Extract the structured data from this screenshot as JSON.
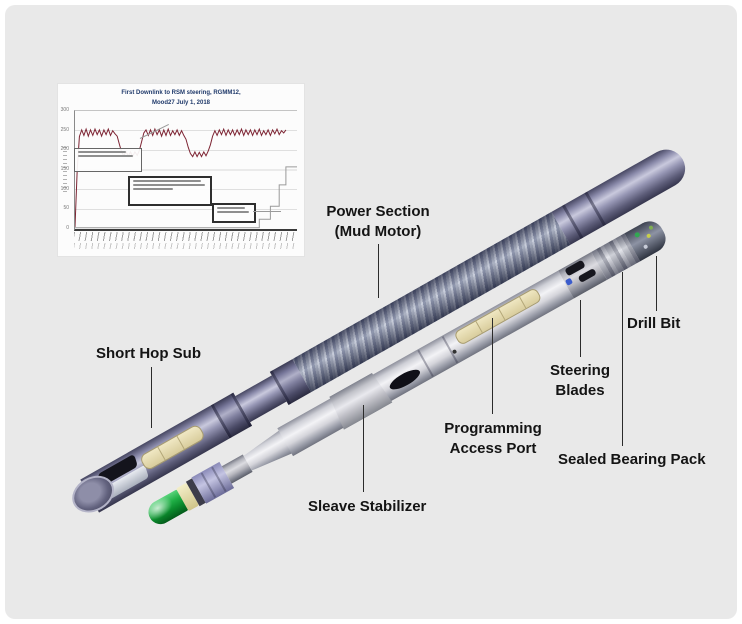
{
  "scene": {
    "description": "Labeled illustration of two downhole drilling tool assemblies (mud-motor BHA and rotary steering tool) with a small performance chart inset",
    "background": "#ffffff",
    "panel_bg": "#e9e9e9"
  },
  "inset_chart": {
    "title_line1": "First Downlink to RSM steering, RGMM12,",
    "title_line2": "Mood27 July 1, 2018",
    "title_color": "#203a6b",
    "annotation_note": "three small annotation boxes with micro-text, illegible at source resolution"
  },
  "chart_data": {
    "type": "line",
    "title": "First Downlink to RSM steering, RGMM12, Mood27 July 1, 2018",
    "xlabel": "",
    "ylabel": "",
    "xlim": [
      0,
      100
    ],
    "ylim": [
      0,
      300
    ],
    "grid": true,
    "legend": "none",
    "y_ticks": [
      "300",
      "250",
      "200",
      "150",
      "100",
      "50",
      "0"
    ],
    "x_ticks_note": "dense rotated timestamp labels, illegible at source resolution",
    "series": [
      {
        "name": "oscillating trace (dark red)",
        "color": "#7d2433",
        "width": 1,
        "points": [
          [
            0,
            5
          ],
          [
            1,
            150
          ],
          [
            2,
            235
          ],
          [
            3,
            252
          ],
          [
            4,
            238
          ],
          [
            5,
            254
          ],
          [
            6,
            236
          ],
          [
            7,
            252
          ],
          [
            8,
            238
          ],
          [
            9,
            254
          ],
          [
            10,
            240
          ],
          [
            11,
            252
          ],
          [
            12,
            236
          ],
          [
            13,
            252
          ],
          [
            14,
            240
          ],
          [
            15,
            254
          ],
          [
            16,
            238
          ],
          [
            17,
            250
          ],
          [
            18,
            242
          ],
          [
            19,
            236
          ],
          [
            20,
            215
          ],
          [
            21,
            196
          ],
          [
            22,
            186
          ],
          [
            23,
            197
          ],
          [
            24,
            185
          ],
          [
            25,
            196
          ],
          [
            26,
            184
          ],
          [
            27,
            196
          ],
          [
            28,
            187
          ],
          [
            29,
            200
          ],
          [
            30,
            222
          ],
          [
            31,
            244
          ],
          [
            32,
            252
          ],
          [
            33,
            238
          ],
          [
            34,
            252
          ],
          [
            35,
            238
          ],
          [
            36,
            254
          ],
          [
            37,
            240
          ],
          [
            38,
            252
          ],
          [
            39,
            236
          ],
          [
            40,
            252
          ],
          [
            41,
            238
          ],
          [
            42,
            254
          ],
          [
            43,
            238
          ],
          [
            44,
            250
          ],
          [
            45,
            240
          ],
          [
            46,
            252
          ],
          [
            47,
            238
          ],
          [
            48,
            250
          ],
          [
            49,
            238
          ],
          [
            50,
            228
          ],
          [
            51,
            208
          ],
          [
            52,
            192
          ],
          [
            53,
            184
          ],
          [
            54,
            196
          ],
          [
            55,
            184
          ],
          [
            56,
            195
          ],
          [
            57,
            184
          ],
          [
            58,
            196
          ],
          [
            59,
            186
          ],
          [
            60,
            198
          ],
          [
            61,
            214
          ],
          [
            62,
            236
          ],
          [
            63,
            250
          ],
          [
            64,
            238
          ],
          [
            65,
            252
          ],
          [
            66,
            240
          ],
          [
            67,
            254
          ],
          [
            68,
            238
          ],
          [
            69,
            252
          ],
          [
            70,
            240
          ],
          [
            71,
            252
          ],
          [
            72,
            238
          ],
          [
            73,
            252
          ],
          [
            74,
            240
          ],
          [
            75,
            254
          ],
          [
            76,
            238
          ],
          [
            77,
            252
          ],
          [
            78,
            240
          ],
          [
            79,
            252
          ],
          [
            80,
            238
          ],
          [
            81,
            252
          ],
          [
            82,
            240
          ],
          [
            83,
            254
          ],
          [
            84,
            238
          ],
          [
            85,
            250
          ],
          [
            86,
            240
          ],
          [
            87,
            252
          ],
          [
            88,
            238
          ],
          [
            89,
            252
          ],
          [
            90,
            242
          ],
          [
            91,
            254
          ],
          [
            92,
            240
          ],
          [
            93,
            250
          ],
          [
            94,
            244
          ],
          [
            95,
            252
          ]
        ]
      },
      {
        "name": "stepped trace (gray)",
        "color": "#9a9a9a",
        "width": 1,
        "points": [
          [
            0,
            3
          ],
          [
            83,
            3
          ],
          [
            83,
            25
          ],
          [
            88,
            25
          ],
          [
            88,
            58
          ],
          [
            92,
            58
          ],
          [
            92,
            112
          ],
          [
            95,
            112
          ],
          [
            95,
            158
          ],
          [
            100,
            158
          ]
        ]
      }
    ]
  },
  "callouts": {
    "power_section": "Power Section\n(Mud Motor)",
    "short_hop_sub": "Short Hop Sub",
    "sleave_stabilizer": "Sleave Stabilizer",
    "programming_access_port": "Programming\nAccess Port",
    "steering_blades": "Steering\nBlades",
    "drill_bit": "Drill Bit",
    "sealed_bearing_pack": "Sealed Bearing Pack"
  }
}
